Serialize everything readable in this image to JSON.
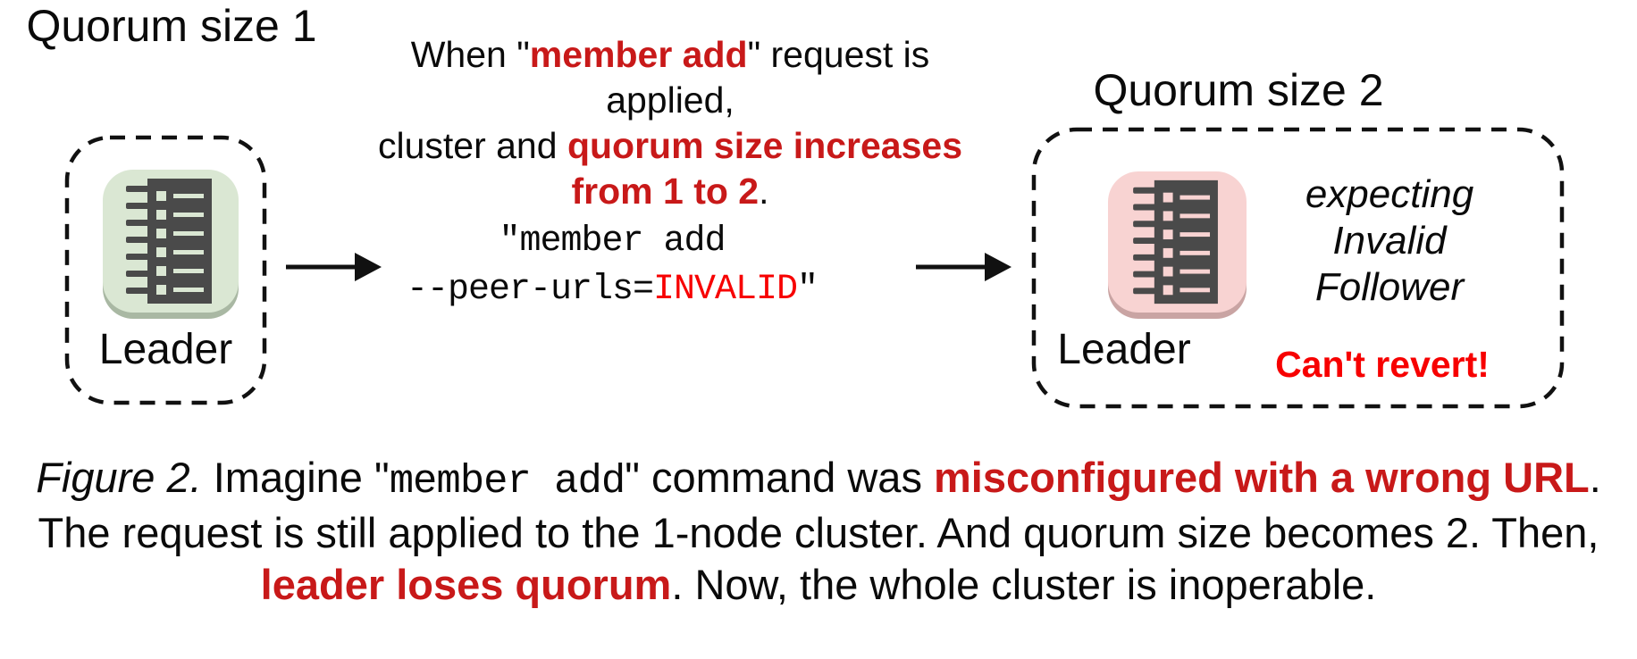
{
  "figure": {
    "colors": {
      "background": "#ffffff",
      "text": "#0a0a0a",
      "red_emphasis": "#c81919",
      "red_bright": "#f70000",
      "green_tile": "#dae7d3",
      "green_tile_shadow": "#a9b8a3",
      "pink_tile": "#f8d3d2",
      "pink_tile_shadow": "#c9a4a3",
      "icon_dark": "#4a4a4a",
      "dashed_border": "#111111",
      "arrow": "#111111"
    },
    "left_cluster": {
      "title": "Quorum size 1",
      "node_label": "Leader",
      "icon": "raft-log-ledger-icon",
      "tile_color_name": "green"
    },
    "right_cluster": {
      "title": "Quorum size 2",
      "node_label": "Leader",
      "icon": "raft-log-ledger-icon",
      "tile_color_name": "pink",
      "expecting": [
        "expecting",
        "Invalid",
        "Follower"
      ],
      "warning": "Can't revert!"
    },
    "annotation": {
      "l1a": "When \"",
      "l1b": "member add",
      "l1c": "\" request is applied,",
      "l2a": "cluster and ",
      "l2b": "quorum size increases",
      "l3a": "from 1 to 2",
      "l3b": "."
    },
    "command": {
      "l1": "\"member add",
      "l2a": "--peer-urls=",
      "l2b": "INVALID",
      "l2c": "\""
    },
    "caption": {
      "fig": "Figure 2.",
      "l1a": " Imagine \"",
      "l1code": "member add",
      "l1b": "\" command was ",
      "l1em": "misconfigured with a wrong URL",
      "l1c": ".",
      "l2": "The request is still applied to the 1-node cluster. And quorum size becomes 2. Then,",
      "l3em": "leader loses quorum",
      "l3a": ". Now, the whole cluster is inoperable."
    }
  }
}
